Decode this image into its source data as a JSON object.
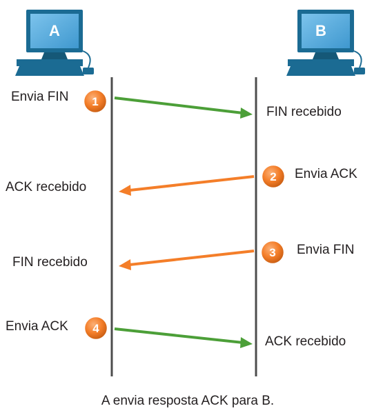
{
  "hosts": [
    {
      "id": "A",
      "label": "A"
    },
    {
      "id": "B",
      "label": "B"
    }
  ],
  "steps": [
    {
      "number": "1",
      "sender": "A",
      "sender_label": "Envia FIN",
      "receiver_label": "FIN recebido",
      "color": "#4c9f38"
    },
    {
      "number": "2",
      "sender": "B",
      "sender_label": "Envia ACK",
      "receiver_label": "ACK recebido",
      "color": "#f47e29"
    },
    {
      "number": "3",
      "sender": "B",
      "sender_label": "Envia FIN",
      "receiver_label": "FIN recebido",
      "color": "#f47e29"
    },
    {
      "number": "4",
      "sender": "A",
      "sender_label": "Envia ACK",
      "receiver_label": "ACK recebido",
      "color": "#4c9f38"
    }
  ],
  "caption": "A envia resposta ACK para B.",
  "colors": {
    "computer": "#1b6b93",
    "screen": "#5aaee0",
    "timeline": "#4d4d4d",
    "badge": "#f47e29",
    "badge_border": "#ffffff"
  }
}
